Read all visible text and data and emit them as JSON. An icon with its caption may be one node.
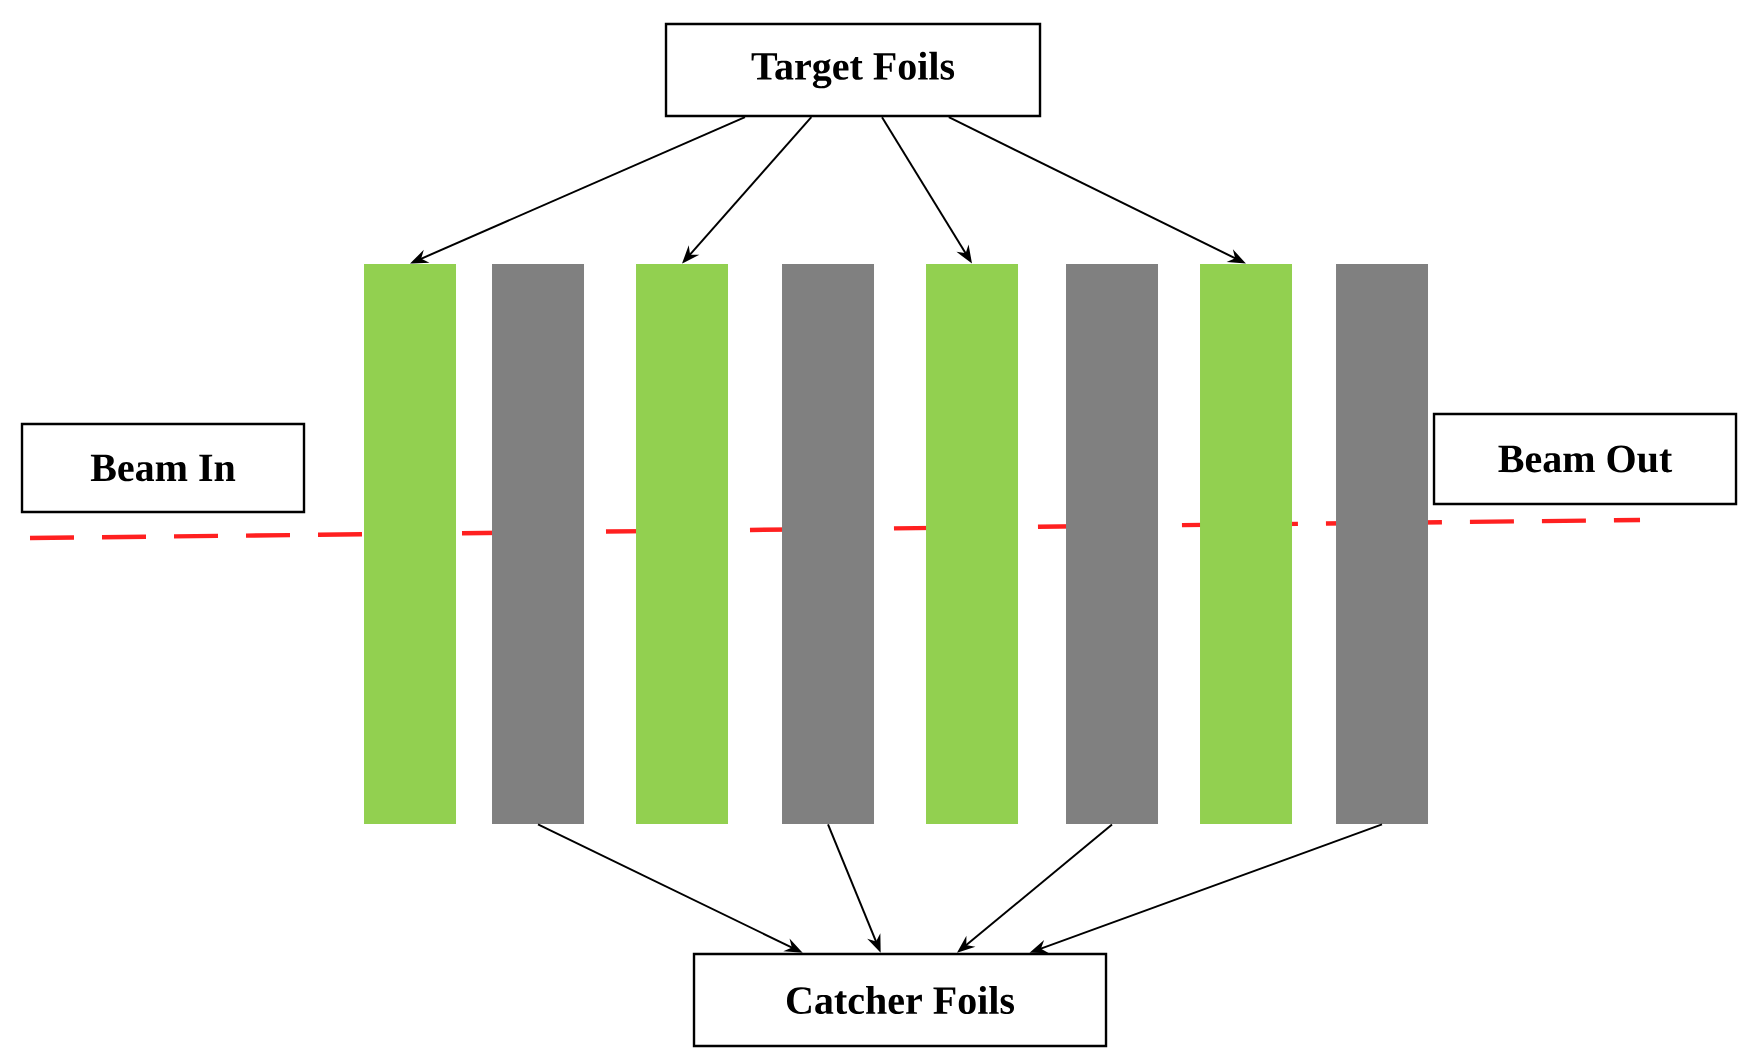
{
  "diagram": {
    "nodes": [
      {
        "text": [
          "Target Foils"
        ]
      },
      {
        "text": [
          "Beam In"
        ]
      },
      {
        "text": [
          "Beam Out"
        ]
      },
      {
        "text": [
          "Catcher Foils"
        ]
      },
      {
        "text": [],
        "shape": "bar"
      },
      {
        "text": [],
        "shape": "bar"
      },
      {
        "text": [],
        "shape": "bar"
      },
      {
        "text": [],
        "shape": "bar"
      },
      {
        "text": [],
        "shape": "bar"
      },
      {
        "text": [],
        "shape": "bar"
      },
      {
        "text": [],
        "shape": "bar"
      },
      {
        "text": [],
        "shape": "bar"
      }
    ],
    "edges": [
      {
        "from": 0,
        "to": 4,
        "arrow": "to"
      },
      {
        "from": 0,
        "to": 6,
        "arrow": "to"
      },
      {
        "from": 0,
        "to": 8,
        "arrow": "to"
      },
      {
        "from": 0,
        "to": 10,
        "arrow": "to"
      },
      {
        "from": 5,
        "to": 3,
        "arrow": "to"
      },
      {
        "from": 7,
        "to": 3,
        "arrow": "to"
      },
      {
        "from": 9,
        "to": 3,
        "arrow": "to"
      },
      {
        "from": 11,
        "to": 3,
        "arrow": "to"
      }
    ]
  }
}
